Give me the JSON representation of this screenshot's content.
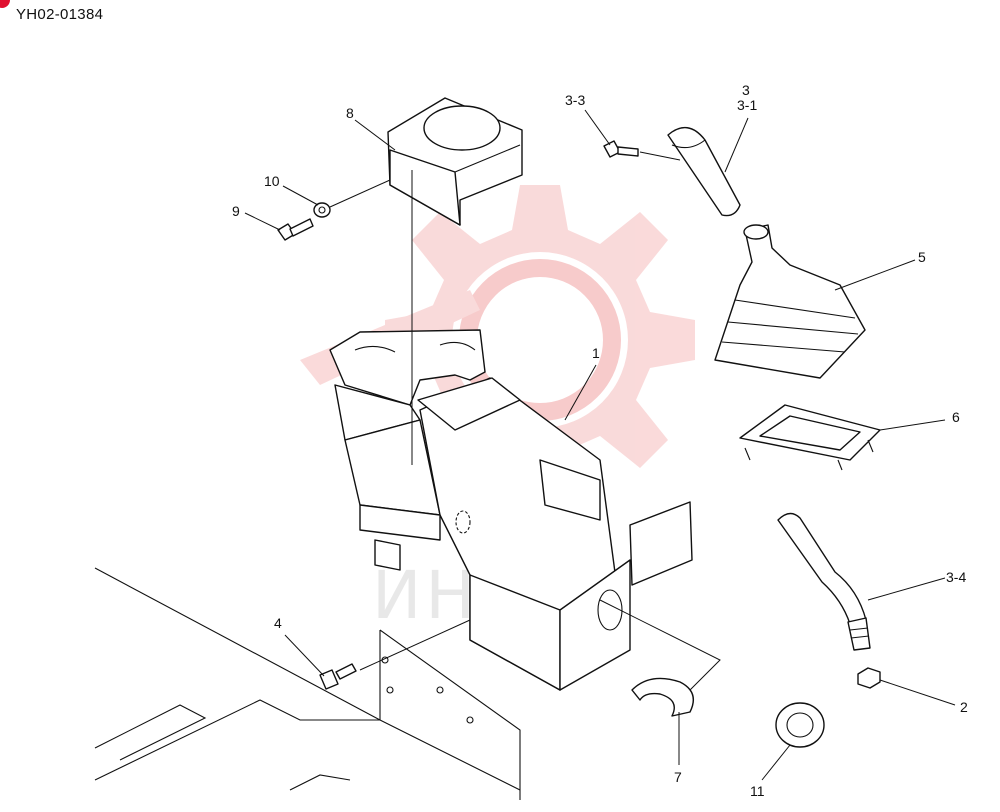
{
  "drawing_code": "YH02-01384",
  "watermark_text": "ИНТЕХ",
  "colors": {
    "badge": "#e0102f",
    "watermark_gear": "#f9d4d4",
    "line": "#111111"
  },
  "labels": {
    "p1": "1",
    "p2": "2",
    "p3": "3",
    "p3_1": "3-1",
    "p3_3": "3-3",
    "p3_4": "3-4",
    "p4": "4",
    "p5": "5",
    "p6": "6",
    "p7": "7",
    "p8": "8",
    "p9": "9",
    "p10": "10",
    "p11": "11"
  }
}
